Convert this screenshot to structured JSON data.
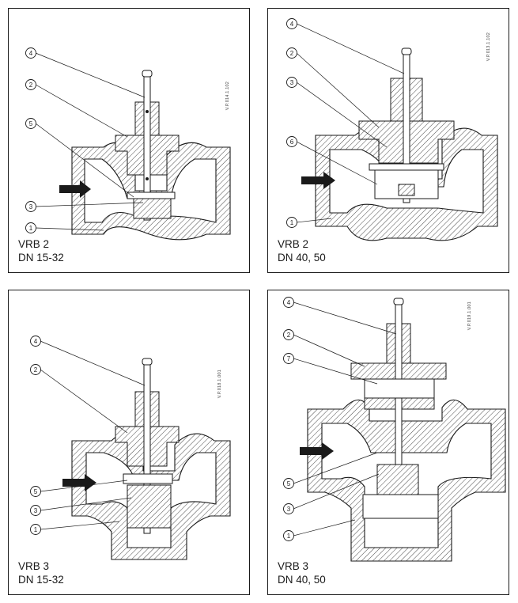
{
  "panels": [
    {
      "model": "VRB 2",
      "size": "DN 15-32",
      "drawing_code": "V.P.014.1.102",
      "callouts": [
        "4",
        "2",
        "5",
        "3",
        "1"
      ]
    },
    {
      "model": "VRB 2",
      "size": "DN 40, 50",
      "drawing_code": "V.P.013.1.102",
      "callouts": [
        "4",
        "2",
        "3",
        "6",
        "1"
      ]
    },
    {
      "model": "VRB 3",
      "size": "DN 15-32",
      "drawing_code": "V.P.018.1.001",
      "callouts": [
        "4",
        "2",
        "5",
        "3",
        "1"
      ]
    },
    {
      "model": "VRB 3",
      "size": "DN 40, 50",
      "drawing_code": "V.P.019.1.001",
      "callouts": [
        "4",
        "2",
        "7",
        "5",
        "3",
        "1"
      ]
    }
  ]
}
